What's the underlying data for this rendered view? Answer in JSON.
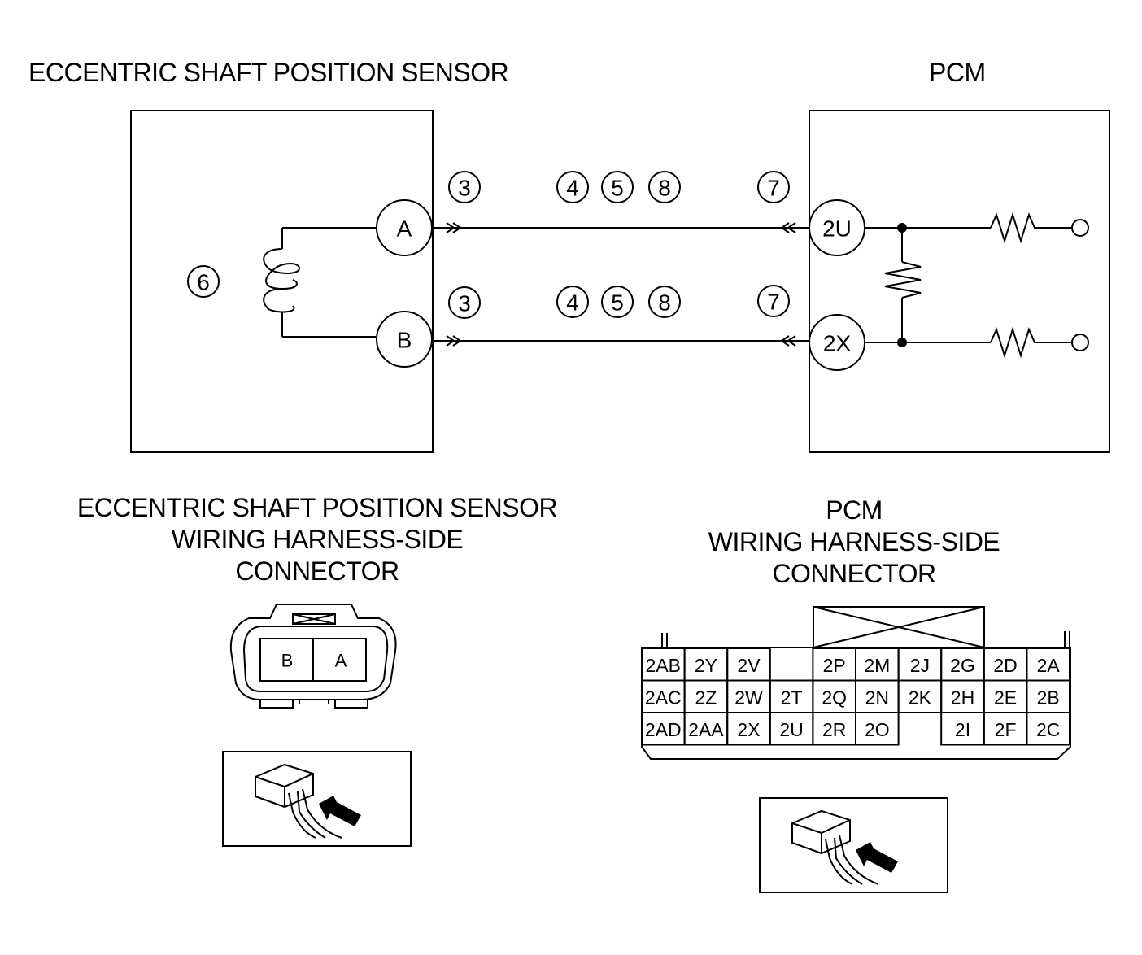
{
  "schematic": {
    "sensor_title": "ECCENTRIC SHAFT POSITION SENSOR",
    "pcm_title": "PCM",
    "sensor_pins": [
      "A",
      "B"
    ],
    "pcm_pins": [
      "2U",
      "2X"
    ],
    "component_ref": "6",
    "wire_refs_near_sensor": [
      "3",
      "3"
    ],
    "wire_refs_middle": [
      "4",
      "5",
      "8"
    ],
    "wire_refs_near_pcm": [
      "7",
      "7"
    ]
  },
  "sensor_connector": {
    "title_line1": "ECCENTRIC SHAFT POSITION SENSOR",
    "title_line2": "WIRING HARNESS-SIDE",
    "title_line3": "CONNECTOR",
    "terminals": [
      "B",
      "A"
    ]
  },
  "pcm_connector": {
    "title_line1": "PCM",
    "title_line2": "WIRING HARNESS-SIDE",
    "title_line3": "CONNECTOR",
    "terminal_rows": [
      [
        "2AB",
        "2Y",
        "2V",
        "",
        "2P",
        "2M",
        "2J",
        "2G",
        "2D",
        "2A"
      ],
      [
        "2AC",
        "2Z",
        "2W",
        "2T",
        "2Q",
        "2N",
        "2K",
        "2H",
        "2E",
        "2B"
      ],
      [
        "2AD",
        "2AA",
        "2X",
        "2U",
        "2R",
        "2O",
        "",
        "2I",
        "2F",
        "2C"
      ]
    ]
  }
}
